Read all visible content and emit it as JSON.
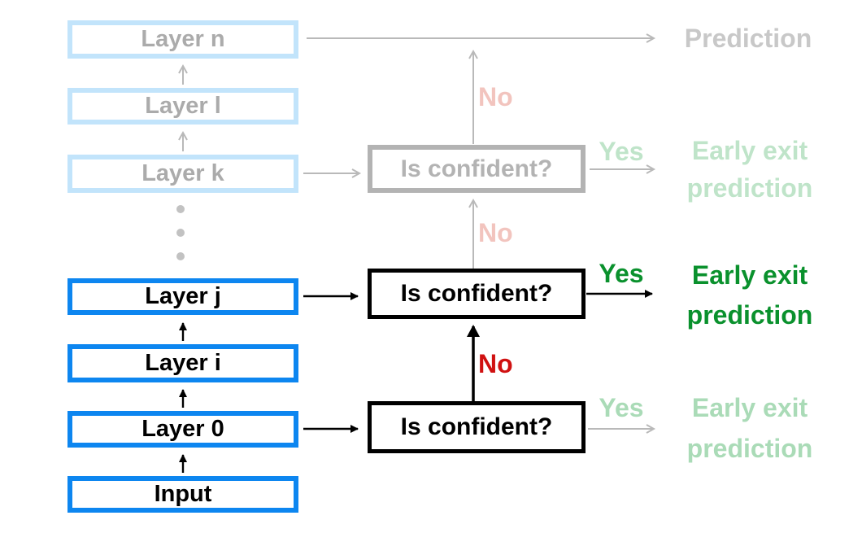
{
  "diagram_title": "early-exit neural network flowchart",
  "layers": [
    {
      "label": "Layer n",
      "state": "faded"
    },
    {
      "label": "Layer l",
      "state": "faded"
    },
    {
      "label": "Layer k",
      "state": "faded"
    },
    {
      "label": "Layer j",
      "state": "active"
    },
    {
      "label": "Layer i",
      "state": "active"
    },
    {
      "label": "Layer 0",
      "state": "active"
    },
    {
      "label": "Input",
      "state": "active"
    }
  ],
  "decisions": [
    {
      "label": "Is confident?",
      "state": "faded"
    },
    {
      "label": "Is confident?",
      "state": "active"
    },
    {
      "label": "Is confident?",
      "state": "active"
    }
  ],
  "outputs": {
    "final": {
      "label": "Prediction",
      "state": "faded"
    },
    "early_exits": [
      {
        "line1": "Early exit",
        "line2": "prediction",
        "state": "faded"
      },
      {
        "line1": "Early exit",
        "line2": "prediction",
        "state": "active"
      },
      {
        "line1": "Early exit",
        "line2": "prediction",
        "state": "faded"
      }
    ]
  },
  "edge_labels": {
    "yes": "Yes",
    "no": "No"
  },
  "colors": {
    "blue_active": "#0d86f0",
    "blue_faded": "#c2e4fb",
    "text_faded": "#ababab",
    "gray_box": "#b3b3b3",
    "gray_arrow": "#b9b9b9",
    "gray_prediction": "#c8c8c8",
    "green_active": "#0a912d",
    "green_faded_top": "#bfe4c9",
    "green_faded_bottom": "#aadbb7",
    "red_active": "#d01111",
    "red_faded": "#f2c4be",
    "dot_gray": "#c2c2c2"
  }
}
